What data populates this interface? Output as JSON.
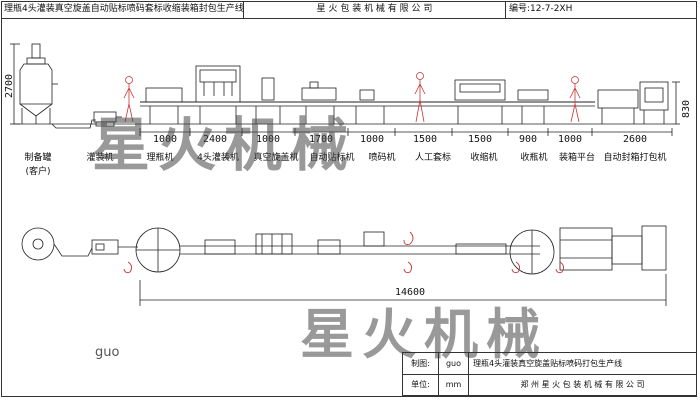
{
  "header": {
    "title": "理瓶4头灌装真空旋盖自动贴标喷码套标收缩装箱封包生产线",
    "company": "星 火 包 装 机 械 有 限 公 司",
    "drawing_no": "编号:12-7-2XH"
  },
  "elevation": {
    "height_dims": [
      "2700",
      "830"
    ],
    "segment_dims": [
      "1000",
      "2400",
      "1000",
      "1700",
      "1000",
      "1500",
      "1500",
      "900",
      "1000",
      "2600"
    ],
    "labels": [
      "制备罐",
      "(客户)",
      "灌装机",
      "理瓶机",
      "4头灌装机",
      "真空旋盖机",
      "自动贴标机",
      "喷码机",
      "人工套标",
      "收缩机",
      "收瓶机",
      "装箱平台",
      "自动封箱打包机"
    ]
  },
  "plan": {
    "total_length": "14600"
  },
  "watermark": {
    "chars": [
      "星",
      "火",
      "机",
      "械",
      "星",
      "火",
      "机",
      "械"
    ]
  },
  "note": "guo",
  "title_block": {
    "drawn_label": "制图:",
    "drawn_value": "guo",
    "drawing_title": "理瓶4头灌装真空旋盖贴标喷码打包生产线",
    "unit_label": "单位:",
    "unit_value": "mm",
    "company": "郑 州 星 火 包 装 机 械 有 限 公 司"
  }
}
